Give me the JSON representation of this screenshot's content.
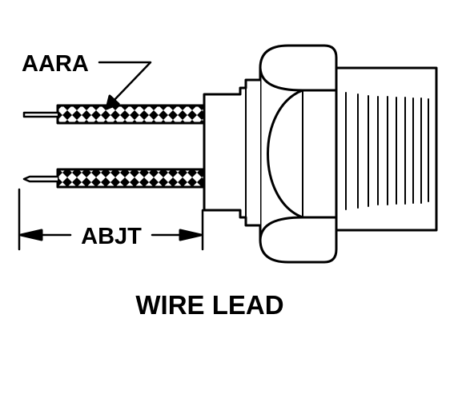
{
  "callouts": {
    "wire_label": "AARA",
    "length_label": "ABJT"
  },
  "caption": "WIRE LEAD",
  "colors": {
    "ink": "#000000",
    "paper": "#ffffff"
  }
}
